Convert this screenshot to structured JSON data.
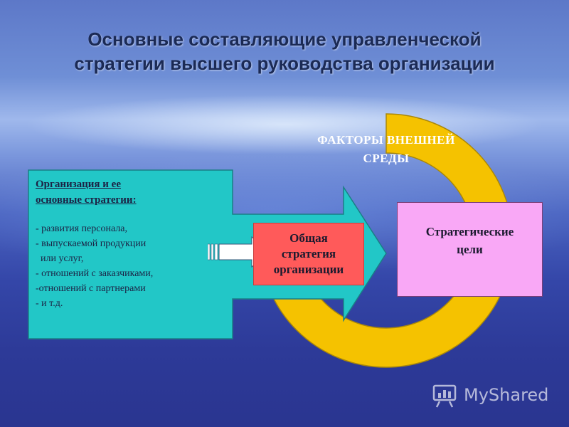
{
  "slide": {
    "title_line1": "Основные составляющие управленческой",
    "title_line2": "стратегии высшего руководства организации",
    "factors_line1": "ФАКТОРЫ ВНЕШНЕЙ",
    "factors_line2": "СРЕДЫ",
    "org_heading_line1": "Организация и ее",
    "org_heading_line2": "основные стратегии:",
    "org_items": [
      "- развития персонала,",
      "- выпускаемой продукции",
      "  или услуг,",
      "- отношений с заказчиками,",
      "-отношений с партнерами",
      "- и т.д."
    ],
    "general_line1": "Общая",
    "general_line2": "стратегия",
    "general_line3": "организации",
    "goals_line1": "Стратегические",
    "goals_line2": "цели"
  },
  "watermark": {
    "text": "MyShared",
    "icon": "presentation-icon"
  },
  "colors": {
    "ring": "#f5c200",
    "big_arrow": "#22c7c7",
    "general_box": "#ff5a5a",
    "goals_box": "#f9a8f6",
    "title_text": "#1b2a55"
  }
}
